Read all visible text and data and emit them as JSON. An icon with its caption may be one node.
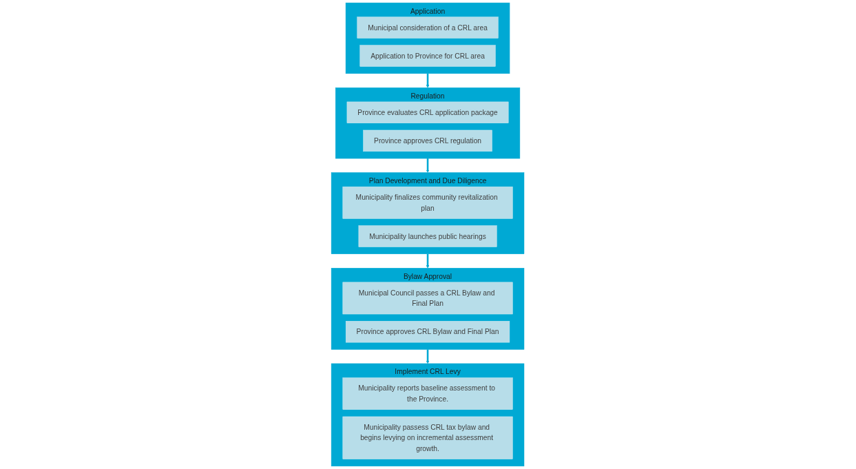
{
  "diagram": {
    "nodes": [
      {
        "text": [
          "Application"
        ]
      },
      {
        "text": [
          "Municipal consideration of a CRL area"
        ],
        "in": 0
      },
      {
        "text": [
          "Application to Province for CRL area"
        ],
        "in": 0
      },
      {
        "text": [
          "Regulation"
        ]
      },
      {
        "text": [
          "Province evaluates CRL application package"
        ],
        "in": 3
      },
      {
        "text": [
          "Province approves CRL regulation"
        ],
        "in": 3
      },
      {
        "text": [
          "Plan Development and Due Diligence"
        ]
      },
      {
        "text": [
          "Municipality finalizes community revitalization plan"
        ],
        "in": 6
      },
      {
        "text": [
          "Municipality launches public hearings"
        ],
        "in": 6
      },
      {
        "text": [
          "Bylaw Approval"
        ]
      },
      {
        "text": [
          "Municipal Council passes a CRL Bylaw and Final Plan"
        ],
        "in": 9
      },
      {
        "text": [
          "Province approves CRL Bylaw and Final Plan"
        ],
        "in": 9
      },
      {
        "text": [
          "Implement CRL Levy"
        ]
      },
      {
        "text": [
          "Municipality reports baseline assessment to the Province."
        ],
        "in": 12
      },
      {
        "text": [
          "Municipality passess CRL tax bylaw and begins levying on incremental assessment growth."
        ],
        "in": 12
      }
    ],
    "edges": [
      {
        "from": 0,
        "to": 3,
        "arrow": "to"
      },
      {
        "from": 3,
        "to": 6,
        "arrow": "to"
      },
      {
        "from": 6,
        "to": 9,
        "arrow": "to"
      },
      {
        "from": 9,
        "to": 12,
        "arrow": "to"
      }
    ]
  }
}
